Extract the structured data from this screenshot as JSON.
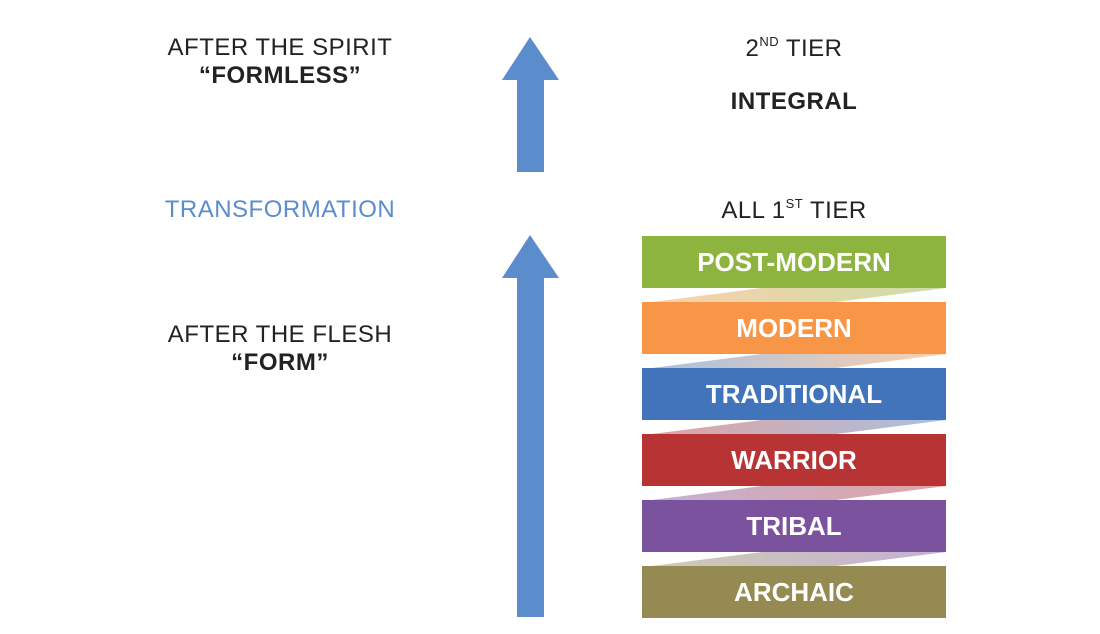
{
  "left": {
    "spirit_line1": "AFTER THE SPIRIT",
    "spirit_line2": "“FORMLESS”",
    "transformation": "TRANSFORMATION",
    "flesh_line1": "AFTER THE FLESH",
    "flesh_line2": "“FORM”"
  },
  "right": {
    "tier2_prefix": "2",
    "tier2_sup": "ND",
    "tier2_suffix": " TIER",
    "integral": "INTEGRAL",
    "tier1_prefix": "ALL 1",
    "tier1_sup": "ST",
    "tier1_suffix": " TIER"
  },
  "colors": {
    "arrow": "#5b8ccb",
    "transformation": "#5b8ccb"
  },
  "stages": [
    {
      "label": "POST-MODERN",
      "color": "#8db43f"
    },
    {
      "label": "MODERN",
      "color": "#f79646"
    },
    {
      "label": "TRADITIONAL",
      "color": "#4174ba"
    },
    {
      "label": "WARRIOR",
      "color": "#b83333"
    },
    {
      "label": "TRIBAL",
      "color": "#7a529e"
    },
    {
      "label": "ARCHAIC",
      "color": "#958b52"
    }
  ]
}
